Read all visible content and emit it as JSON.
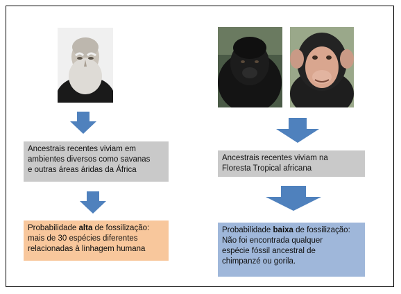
{
  "left": {
    "box1_text": "Ancestrais recentes viviam em\nambientes diversos como savanas\ne outras áreas áridas da África",
    "box2": {
      "prefix": "Probabilidade ",
      "emphasis": "alta",
      "suffix": " de fossilização:\nmais de 30 espécies diferentes\nrelacionadas à linhagem humana"
    }
  },
  "right": {
    "box1_text": "Ancestrais recentes viviam na\nFloresta Tropical africana",
    "box2": {
      "prefix": "Probabilidade ",
      "emphasis": "baixa",
      "suffix": " de fossilização:\nNão foi encontrada qualquer\nespécie fóssil ancestral de\nchimpanzé ou gorila."
    }
  },
  "colors": {
    "arrow": "#4f81bd",
    "gray_box": "#c9c9c9",
    "orange_box": "#f8c79c",
    "blue_box": "#9fb7da"
  },
  "icons": [
    "darwin-portrait-photo",
    "gorilla-photo",
    "chimpanzee-photo",
    "down-arrow-icon"
  ]
}
